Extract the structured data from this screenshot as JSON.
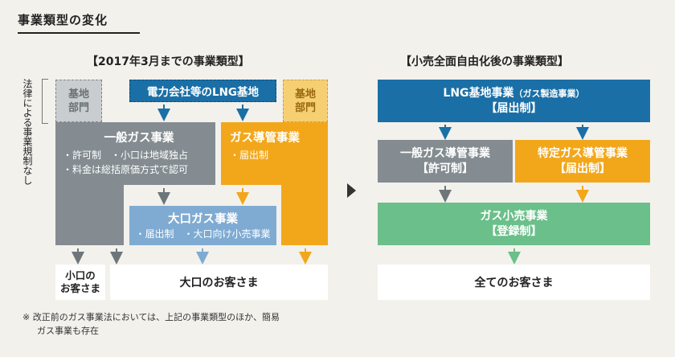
{
  "title": "事業類型の変化",
  "left_header": "【2017年3月までの事業類型】",
  "right_header": "【小売全面自由化後の事業類型】",
  "side_label": "法律による事業規制なし",
  "left": {
    "base_grey": {
      "line1": "基地",
      "line2": "部門"
    },
    "lng_base": "電力会社等のLNG基地",
    "base_orange": {
      "line1": "基地",
      "line2": "部門"
    },
    "general_gas": {
      "title": "一般ガス事業",
      "line1": "・許可制　・小口は地域独占",
      "line2": "・料金は総括原価方式で認可"
    },
    "gas_pipeline": {
      "title": "ガス導管事業",
      "line1": "・届出制"
    },
    "large_gas": {
      "title": "大口ガス事業",
      "line1": "・届出制　・大口向け小売事業"
    },
    "small_customers": {
      "line1": "小口の",
      "line2": "お客さま"
    },
    "large_customers": "大口のお客さま"
  },
  "right": {
    "lng_business": {
      "title": "LNG基地事業",
      "sub": "（ガス製造事業）",
      "line2": "【届出制】"
    },
    "general_pipeline": {
      "title": "一般ガス導管事業",
      "line2": "【許可制】"
    },
    "specific_pipeline": {
      "title": "特定ガス導管事業",
      "line2": "【届出制】"
    },
    "retail": {
      "title": "ガス小売事業",
      "line2": "【登録制】"
    },
    "all_customers": "全てのお客さま"
  },
  "note": {
    "line1": "※ 改正前のガス事業法においては、上記の事業類型のほか、簡易",
    "line2": "ガス事業も存在"
  },
  "colors": {
    "blue": "#1a6fa6",
    "grey": "#848c91",
    "orange": "#f2a71b",
    "light_blue": "#7fabd3",
    "green": "#6bbf8a",
    "background": "#f3f1ec"
  }
}
